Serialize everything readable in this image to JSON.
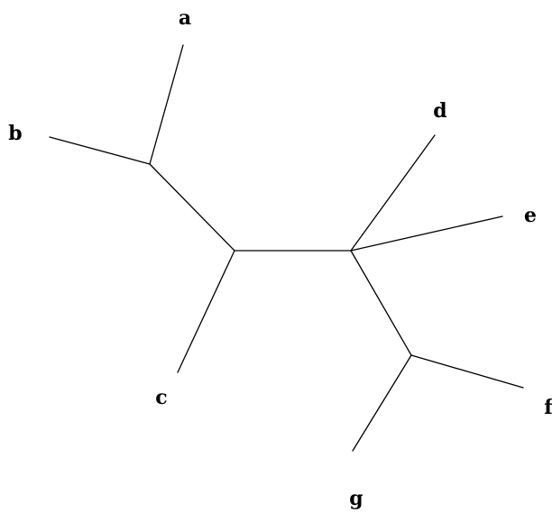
{
  "diagram": {
    "type": "unrooted-phylogenetic-tree",
    "leaves": [
      {
        "id": "a",
        "label": "a"
      },
      {
        "id": "b",
        "label": "b"
      },
      {
        "id": "c",
        "label": "c"
      },
      {
        "id": "d",
        "label": "d"
      },
      {
        "id": "e",
        "label": "e"
      },
      {
        "id": "f",
        "label": "f"
      },
      {
        "id": "g",
        "label": "g"
      }
    ],
    "internal_nodes": [
      "n_ab",
      "n_abc",
      "n_defg",
      "n_fg"
    ],
    "edges": [
      {
        "from": "n_ab",
        "to": "a"
      },
      {
        "from": "n_ab",
        "to": "b"
      },
      {
        "from": "n_ab",
        "to": "n_abc"
      },
      {
        "from": "n_abc",
        "to": "c"
      },
      {
        "from": "n_abc",
        "to": "n_defg"
      },
      {
        "from": "n_defg",
        "to": "d"
      },
      {
        "from": "n_defg",
        "to": "e"
      },
      {
        "from": "n_defg",
        "to": "n_fg"
      },
      {
        "from": "n_fg",
        "to": "f"
      },
      {
        "from": "n_fg",
        "to": "g"
      }
    ],
    "colors": {
      "background": "#ffffff",
      "line": "#000000",
      "text": "#000000"
    }
  }
}
